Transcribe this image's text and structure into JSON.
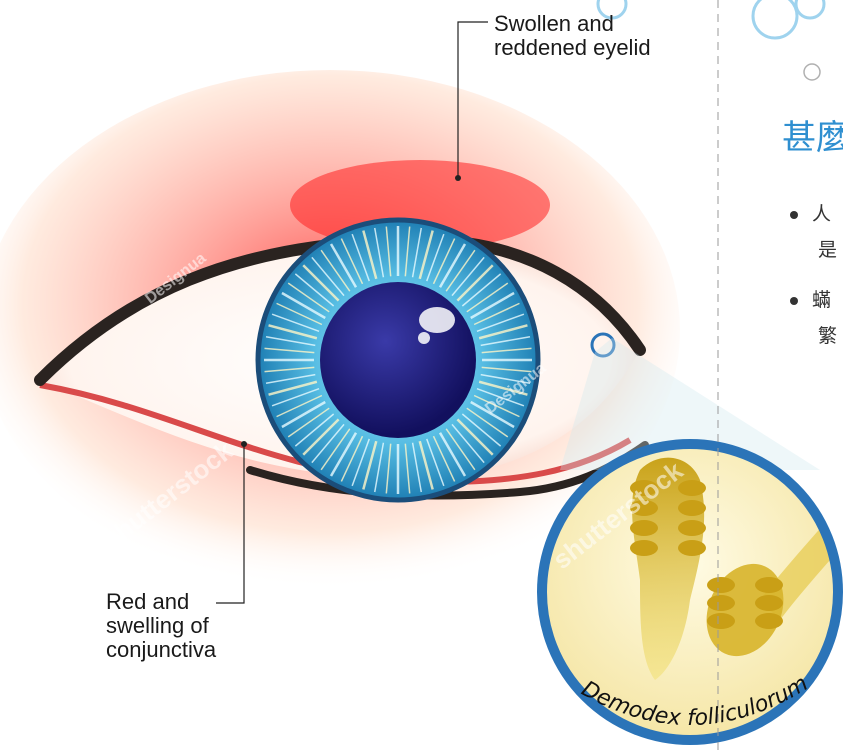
{
  "labels": {
    "eyelid": [
      "Swollen and",
      "reddened eyelid"
    ],
    "conjunctiva": [
      "Red and",
      "swelling of",
      "conjunctiva"
    ],
    "organism": "Demodex folliculorum"
  },
  "side_panel": {
    "heading": "甚麼",
    "bullets": [
      {
        "line1": "人",
        "line2": "是"
      },
      {
        "line1": "蟎",
        "line2": "繁"
      }
    ]
  },
  "watermarks": {
    "stock": "shutterstock",
    "designer": "Designua"
  },
  "colors": {
    "heading_blue": "#2f8fd0",
    "iris_blue": "#3aa8d8",
    "pupil": "#1e1a7a",
    "lid_red": "#ff2a2a",
    "circle_ring": "#2b74b8",
    "mite_yellow": "#d6b21e"
  }
}
